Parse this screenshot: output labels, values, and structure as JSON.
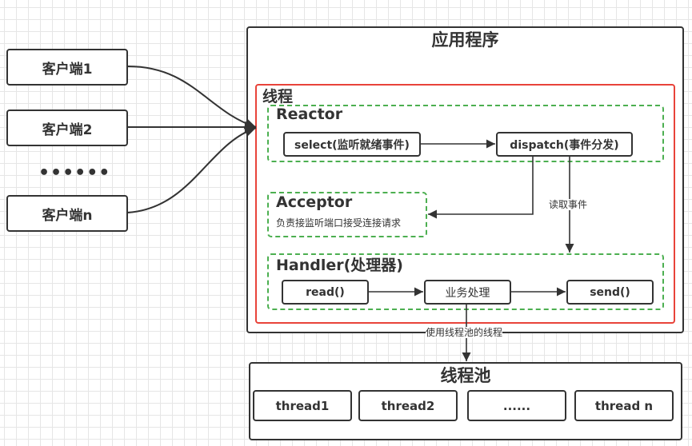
{
  "clients": [
    {
      "label": "客户端1"
    },
    {
      "label": "客户端2"
    },
    {
      "label": "客户端n"
    }
  ],
  "clients_ellipsis": "••••••",
  "app": {
    "title": "应用程序",
    "thread": {
      "title": "线程",
      "reactor": {
        "title": "Reactor",
        "select_label": "select(监听就绪事件)",
        "dispatch_label": "dispatch(事件分发)"
      },
      "acceptor": {
        "title": "Acceptor",
        "description": "负责接监听端口接受连接请求"
      },
      "handler": {
        "title": "Handler(处理器)",
        "read_label": "read()",
        "business_label": "业务处理",
        "send_label": "send()"
      }
    }
  },
  "edges": {
    "read_event_label": "读取事件",
    "use_pool_label": "使用线程池的线程"
  },
  "pool": {
    "title": "线程池",
    "threads": [
      {
        "label": "thread1"
      },
      {
        "label": "thread2"
      },
      {
        "label": "......"
      },
      {
        "label": "thread n"
      }
    ]
  },
  "colors": {
    "stroke": "#333333",
    "thread_border": "#e8433a",
    "component_dashed": "#4caf50",
    "grid": "#e6e6e6"
  }
}
